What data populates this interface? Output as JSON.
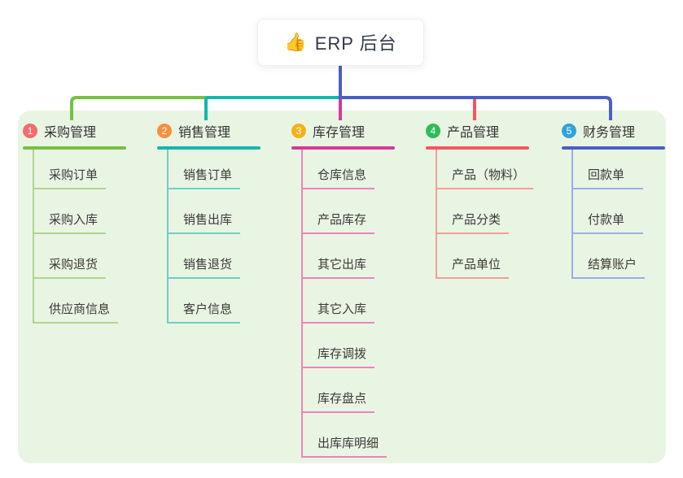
{
  "root": {
    "icon": "thumbs-up-emoji",
    "icon_glyph": "👍",
    "label": "ERP 后台"
  },
  "canvas": {
    "page_background": "#ffffff",
    "panel_background": "#e9f5e3",
    "text_color": "#333333",
    "root_drop_color": "#4a5fc8"
  },
  "branches": [
    {
      "index": "1",
      "label": "采购管理",
      "badge_color": "#f56c6c",
      "line_color": "#76c043",
      "child_line_color": "#aed68d",
      "children": [
        "采购订单",
        "采购入库",
        "采购退货",
        "供应商信息"
      ]
    },
    {
      "index": "2",
      "label": "销售管理",
      "badge_color": "#f7903e",
      "line_color": "#12b8ac",
      "child_line_color": "#6fcfc5",
      "children": [
        "销售订单",
        "销售出库",
        "销售退货",
        "客户信息"
      ]
    },
    {
      "index": "3",
      "label": "库存管理",
      "badge_color": "#f7b018",
      "line_color": "#d6399b",
      "child_line_color": "#ee82bd",
      "children": [
        "仓库信息",
        "产品库存",
        "其它出库",
        "其它入库",
        "库存调拨",
        "库存盘点",
        "出库库明细"
      ]
    },
    {
      "index": "4",
      "label": "产品管理",
      "badge_color": "#2fbd57",
      "line_color": "#f85460",
      "child_line_color": "#f79c98",
      "children": [
        "产品（物料）",
        "产品分类",
        "产品单位"
      ]
    },
    {
      "index": "5",
      "label": "财务管理",
      "badge_color": "#30a3dc",
      "line_color": "#4a5fc8",
      "child_line_color": "#9aaee3",
      "children": [
        "回款单",
        "付款单",
        "结算账户"
      ]
    }
  ]
}
